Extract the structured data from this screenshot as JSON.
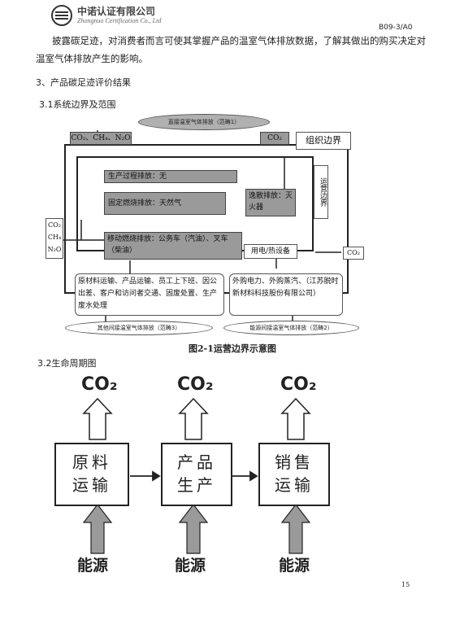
{
  "header": {
    "company_cn": "中诺认证有限公司",
    "company_en": "Zhongnuo Certification Co., Ltd",
    "doc_no": "B09-3/A0"
  },
  "body": {
    "para_line1": "披露碳足迹，对消费者而言可使其掌握产品的温室气体排放数据，了解其做出的购买决定对",
    "para_line2": "温室气体排放产生的影响。",
    "section3": "3、产品碳足迹评价结果",
    "section31": "3.1系统边界及范围",
    "section32": "3.2生命周期图",
    "figure_caption": "图2-1运营边界示意图"
  },
  "boundary_diagram": {
    "ellipse_top": "直接温室气体排放（范畴1）",
    "ghg_top": "CO₂、CH₄、N₂O",
    "co2_top": "CO₂",
    "org_boundary": "组织边界",
    "ops_boundary": "运营边界",
    "process_emission": "生产过程排放：无",
    "fixed_combustion": "固定燃烧排放：天然气",
    "fugitive": "逸散排放：灭火器",
    "mobile_combustion": "移动燃烧排放：公务车（汽油）、叉车（柴油）",
    "ghg_left": [
      "CO₂",
      "CH₄",
      "N₂O"
    ],
    "electricity": "用电/热设备",
    "co2_right": "CO₂",
    "indirect_other": "原材料运输、产品运输、员工上下班、因公出差、客户和访问者交通、固废处置、生产废水处理",
    "purchased_energy": "外购电力、外购蒸汽、（江苏脱时新材料科技股份有限公司）",
    "ellipse_bottom_left": "其他间接温室气体排放（范畴3）",
    "ellipse_bottom_right": "能源间接温室气体排放（范畴2）"
  },
  "lifecycle": {
    "co2_label": "CO₂",
    "energy_label": "能源",
    "stages": [
      {
        "line1": "原料",
        "line2": "运输"
      },
      {
        "line1": "产品",
        "line2": "生产"
      },
      {
        "line1": "销售",
        "line2": "运输"
      }
    ]
  },
  "footer": {
    "page_number": "15"
  }
}
